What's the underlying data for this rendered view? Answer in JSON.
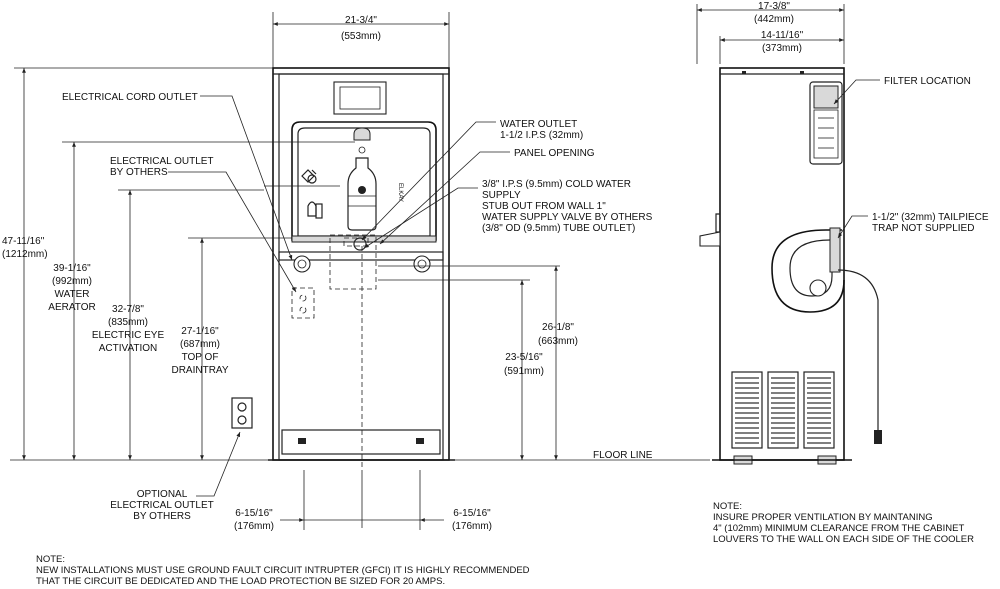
{
  "front_view": {
    "top_width_dim": {
      "imperial": "21-3/4\"",
      "metric": "(553mm)"
    },
    "labels": {
      "electrical_cord_outlet": "ELECTRICAL CORD OUTLET",
      "electrical_outlet_by_others_1": "ELECTRICAL OUTLET",
      "electrical_outlet_by_others_2": "BY OTHERS",
      "water_outlet_1": "WATER OUTLET",
      "water_outlet_2": "1-1/2 I.P.S (32mm)",
      "panel_opening": "PANEL OPENING",
      "cold_water_1": "3/8\" I.P.S (9.5mm) COLD WATER",
      "cold_water_2": "SUPPLY",
      "cold_water_3": "STUB OUT FROM WALL 1\"",
      "cold_water_4": "WATER SUPPLY VALVE BY OTHERS",
      "cold_water_5": "(3/8\" OD (9.5mm) TUBE OUTLET)",
      "optional_outlet_1": "OPTIONAL",
      "optional_outlet_2": "ELECTRICAL OUTLET",
      "optional_outlet_3": "BY OTHERS",
      "floor_line": "FLOOR LINE",
      "bottle_brand": "ELKAY"
    },
    "dims": {
      "overall_height": {
        "imperial": "47-11/16\"",
        "metric": "(1212mm)"
      },
      "water_aerator": {
        "imperial": "39-1/16\"",
        "metric": "(992mm)",
        "line1": "WATER",
        "line2": "AERATOR"
      },
      "electric_eye": {
        "imperial": "32-7/8\"",
        "metric": "(835mm)",
        "line1": "ELECTRIC EYE",
        "line2": "ACTIVATION"
      },
      "drain_tray": {
        "imperial": "27-1/16\"",
        "metric": "(687mm)",
        "line1": "TOP OF",
        "line2": "DRAINTRAY"
      },
      "panel_top": {
        "imperial": "26-1/8\"",
        "metric": "(663mm)"
      },
      "panel_bottom": {
        "imperial": "23-5/16\"",
        "metric": "(591mm)"
      },
      "left_offset": {
        "imperial": "6-15/16\"",
        "metric": "(176mm)"
      },
      "right_offset": {
        "imperial": "6-15/16\"",
        "metric": "(176mm)"
      }
    },
    "note": {
      "title": "NOTE:",
      "line1": "NEW INSTALLATIONS MUST USE GROUND FAULT CIRCUIT INTRUPTER (GFCI) IT IS HIGHLY RECOMMENDED",
      "line2": "THAT THE CIRCUIT BE DEDICATED AND THE LOAD PROTECTION BE SIZED FOR 20 AMPS."
    }
  },
  "side_view": {
    "overall_depth": {
      "imperial": "17-3/8\"",
      "metric": "(442mm)"
    },
    "body_depth": {
      "imperial": "14-11/16\"",
      "metric": "(373mm)"
    },
    "labels": {
      "filter_location": "FILTER LOCATION",
      "tailpiece_1": "1-1/2\" (32mm) TAILPIECE",
      "tailpiece_2": "TRAP NOT SUPPLIED"
    },
    "note": {
      "title": "NOTE:",
      "line1": "INSURE PROPER VENTILATION BY MAINTANING",
      "line2": "4\" (102mm) MINIMUM CLEARANCE FROM THE CABINET",
      "line3": "LOUVERS TO THE WALL ON EACH SIDE OF THE COOLER"
    }
  }
}
